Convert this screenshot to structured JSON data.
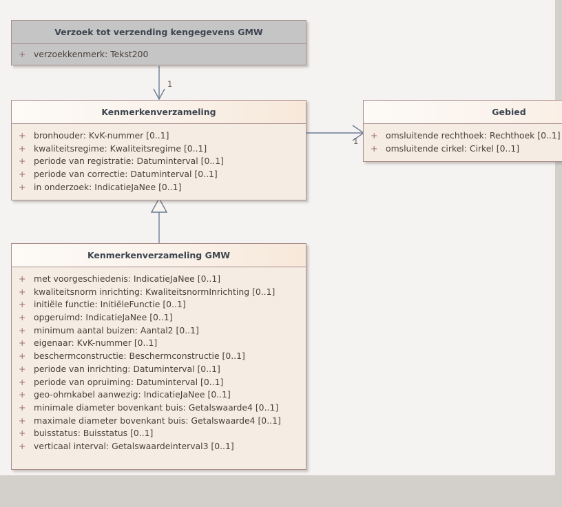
{
  "diagram": {
    "type": "uml-class-diagram",
    "background_color": "#f4f3f1",
    "gutter_color": "#d3d0cc",
    "border_color": "#a98c8c",
    "title_text_color": "#3d4550",
    "attribute_text_color": "#4a4038",
    "visibility_marker_color": "#9c6b6b",
    "connector_color": "#6d7b95"
  },
  "classes": [
    {
      "id": "verzoek",
      "name": "Verzoek tot verzending kengegevens GMW",
      "style": "gray",
      "attributes": [
        {
          "visibility": "+",
          "signature": "verzoekkenmerk: Tekst200"
        }
      ]
    },
    {
      "id": "kenmerkenverzameling",
      "name": "Kenmerkenverzameling",
      "style": "cream",
      "attributes": [
        {
          "visibility": "+",
          "signature": "bronhouder: KvK-nummer [0..1]"
        },
        {
          "visibility": "+",
          "signature": "kwaliteitsregime: Kwaliteitsregime [0..1]"
        },
        {
          "visibility": "+",
          "signature": "periode van registratie: Datuminterval [0..1]"
        },
        {
          "visibility": "+",
          "signature": "periode van correctie: Datuminterval [0..1]"
        },
        {
          "visibility": "+",
          "signature": "in onderzoek: IndicatieJaNee [0..1]"
        }
      ]
    },
    {
      "id": "gebied",
      "name": "Gebied",
      "style": "cream",
      "attributes": [
        {
          "visibility": "+",
          "signature": "omsluitende rechthoek: Rechthoek [0..1]"
        },
        {
          "visibility": "+",
          "signature": "omsluitende cirkel: Cirkel [0..1]"
        }
      ]
    },
    {
      "id": "kenmerkenverzameling-gmw",
      "name": "Kenmerkenverzameling GMW",
      "style": "cream",
      "attributes": [
        {
          "visibility": "+",
          "signature": "met voorgeschiedenis: IndicatieJaNee [0..1]"
        },
        {
          "visibility": "+",
          "signature": "kwaliteitsnorm inrichting: KwaliteitsnormInrichting [0..1]"
        },
        {
          "visibility": "+",
          "signature": "initiële functie: InitiëleFunctie [0..1]"
        },
        {
          "visibility": "+",
          "signature": "opgeruimd: IndicatieJaNee [0..1]"
        },
        {
          "visibility": "+",
          "signature": "minimum aantal buizen: Aantal2 [0..1]"
        },
        {
          "visibility": "+",
          "signature": "eigenaar: KvK-nummer [0..1]"
        },
        {
          "visibility": "+",
          "signature": "beschermconstructie: Beschermconstructie [0..1]"
        },
        {
          "visibility": "+",
          "signature": "periode van inrichting: Datuminterval [0..1]"
        },
        {
          "visibility": "+",
          "signature": "periode van opruiming: Datuminterval [0..1]"
        },
        {
          "visibility": "+",
          "signature": "geo-ohmkabel aanwezig: IndicatieJaNee [0..1]"
        },
        {
          "visibility": "+",
          "signature": "minimale diameter bovenkant buis: Getalswaarde4 [0..1]"
        },
        {
          "visibility": "+",
          "signature": "maximale diameter bovenkant buis: Getalswaarde4 [0..1]"
        },
        {
          "visibility": "+",
          "signature": "buisstatus: Buisstatus [0..1]"
        },
        {
          "visibility": "+",
          "signature": "verticaal interval: Getalswaardeinterval3 [0..1]"
        }
      ]
    }
  ],
  "connectors": [
    {
      "id": "verzoek-to-kenmerkenverzameling",
      "kind": "association",
      "from": "verzoek",
      "to": "kenmerkenverzameling",
      "arrow": "open-arrow",
      "target_multiplicity": "1"
    },
    {
      "id": "kenmerkenverzameling-to-gebied",
      "kind": "association",
      "from": "kenmerkenverzameling",
      "to": "gebied",
      "arrow": "open-arrow",
      "target_multiplicity": "1"
    },
    {
      "id": "gmw-generalizes-kenmerkenverzameling",
      "kind": "generalization",
      "from": "kenmerkenverzameling-gmw",
      "to": "kenmerkenverzameling",
      "arrow": "hollow-triangle",
      "target_multiplicity": ""
    }
  ]
}
